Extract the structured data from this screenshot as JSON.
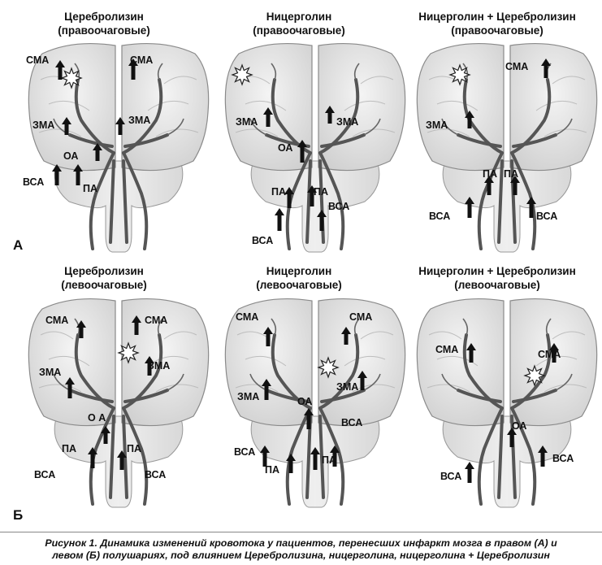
{
  "figure": {
    "row_letters": [
      "А",
      "Б"
    ],
    "caption_line1": "Рисунок 1. Динамика изменений кровотока у пациентов, перенесших инфаркт мозга в правом (А) и",
    "caption_line2": "левом (Б) полушариях, под влиянием Церебролизина, ницерголина, ницерголина + Церебролизин"
  },
  "panels": [
    {
      "title1": "Церебролизин",
      "title2": "(правоочаговые)",
      "labels": [
        "СМА",
        "СМА",
        "ЗМА",
        "ЗМА",
        "ОА",
        "ВСА",
        "ПА"
      ]
    },
    {
      "title1": "Ницерголин",
      "title2": "(правоочаговые)",
      "labels": [
        "ЗМА",
        "ЗМА",
        "ОА",
        "ПА",
        "ПА",
        "ВСА",
        "ВСА"
      ]
    },
    {
      "title1": "Ницерголин + Церебролизин",
      "title2": "(правоочаговые)",
      "labels": [
        "СМА",
        "ЗМА",
        "ПА",
        "ПА",
        "ВСА",
        "ВСА"
      ]
    },
    {
      "title1": "Церебролизин",
      "title2": "(левоочаговые)",
      "labels": [
        "СМА",
        "СМА",
        "ЗМА",
        "ЗМА",
        "О А",
        "ПА",
        "ПА",
        "ВСА",
        "ВСА"
      ]
    },
    {
      "title1": "Ницерголин",
      "title2": "(левоочаговые)",
      "labels": [
        "СМА",
        "СМА",
        "ЗМА",
        "ЗМА",
        "ОА",
        "ВСА",
        "ВСА",
        "ПА",
        "ПА"
      ]
    },
    {
      "title1": "Ницерголин + Церебролизин",
      "title2": "(левоочаговые)",
      "labels": [
        "СМА",
        "СМА",
        "ОА",
        "ВСА",
        "ВСА"
      ]
    }
  ]
}
